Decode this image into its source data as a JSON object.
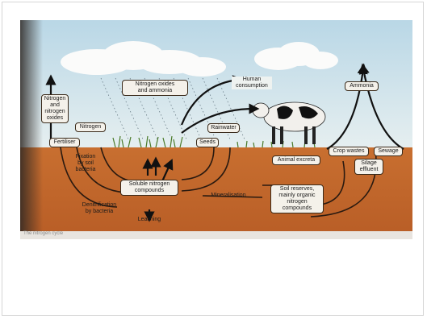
{
  "figure": {
    "caption": "The nitrogen cycle",
    "labels": {
      "nitrogen_oxides": "Nitrogen oxides\nand ammonia",
      "human_consumption": "Human\nconsumption",
      "ammonia": "Ammonia",
      "nitrogen_fixing": "Nitrogen\nand\nnitrogen\noxides",
      "nitrogen": "Nitrogen",
      "fertiliser": "Fertiliser",
      "rainwater": "Rainwater",
      "seeds": "Seeds",
      "animal_excreta": "Animal excreta",
      "crop_wastes": "Crop wastes",
      "sewage": "Sewage",
      "silage_effluent": "Silage\neffluent",
      "fixation_by_soil": "Fixation\nby soil\nbacteria",
      "soluble_nitrogen": "Soluble nitrogen\ncompounds",
      "mineralisation": "Mineralisation",
      "soil_reserves": "Soil reserves,\nmainly organic\nnitrogen\ncompounds",
      "denitrification": "Denitrification\nby bacteria",
      "leaching": "Leaching"
    }
  },
  "colors": {
    "sky": "#cfe3ec",
    "soil": "#c0692e",
    "arrow": "#1a1a1a",
    "book_shadow": "#3c3530"
  }
}
